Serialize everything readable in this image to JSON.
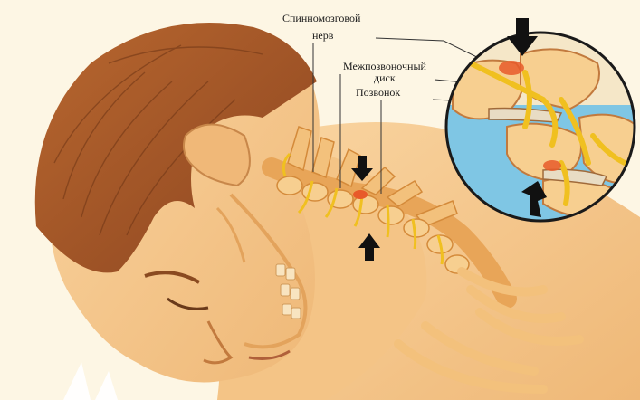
{
  "labels": {
    "spinal_nerve_line1": "Спинномозговой",
    "spinal_nerve_line2": "нерв",
    "intervertebral_disc_line1": "Межпозвоночный",
    "intervertebral_disc_line2": "диск",
    "vertebra": "Позвонок"
  },
  "colors": {
    "background": "#fdf6e4",
    "skin": "#f6c98e",
    "skin_shadow": "#e6a76a",
    "hair": "#a5582a",
    "bone": "#f3c17c",
    "bone_edge": "#d48a3a",
    "nerve": "#f0c020",
    "inflamed": "#e85a2a",
    "magnifier_bg": "#7fc6e4",
    "arrow": "#111111"
  },
  "icons": [
    "arrow-down-icon",
    "arrow-up-icon",
    "magnifier-circle"
  ]
}
